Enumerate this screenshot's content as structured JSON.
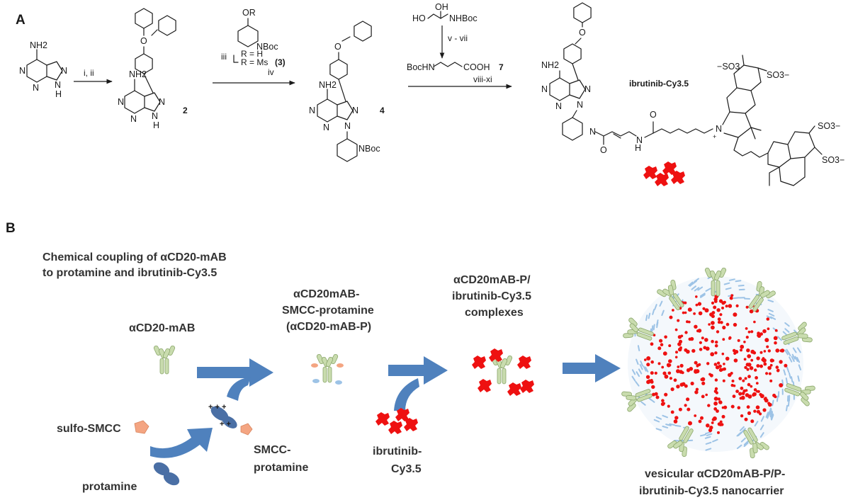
{
  "panel_a": {
    "letter": "A",
    "reagents": {
      "step1": "i, ii",
      "step2_top": "iii",
      "step2_bottom": "iv",
      "step3_top": "v - vii",
      "step3_bottom": "viii-xi"
    },
    "reagent3": {
      "or": "OR",
      "nboc": "NBoc",
      "r_h": "R = H",
      "r_ms": "R = Ms",
      "num": "(3)"
    },
    "reagent_top": {
      "oh1": "OH",
      "ho": "HO",
      "nhboc": "NHBoc"
    },
    "reagent7": {
      "bochn": "BocHN",
      "cooh": "COOH",
      "num": "7"
    },
    "compounds": {
      "c2": "2",
      "c4": "4"
    },
    "atoms": {
      "nh2": "NH2",
      "n": "N",
      "nh": "H",
      "nboc": "NBoc",
      "o": "O",
      "nplus": "+",
      "so3": "SO3",
      "minus": "−",
      "hn": "H"
    },
    "product_label": "ibrutinib-Cy3.5"
  },
  "panel_b": {
    "letter": "B",
    "heading_line1": "Chemical coupling of αCD20-mAB",
    "heading_line2": "to protamine and ibrutinib-Cy3.5",
    "mab_label": "αCD20-mAB",
    "conjugate_line1": "αCD20mAB-",
    "conjugate_line2": "SMCC-protamine",
    "conjugate_line3": "(αCD20-mAB-P)",
    "complex_line1": "αCD20mAB-P/",
    "complex_line2": "ibrutinib-Cy3.5",
    "complex_line3": "complexes",
    "sulfo_smcc": "sulfo-SMCC",
    "smcc_line1": "SMCC-",
    "smcc_line2": "protamine",
    "protamine": "protamine",
    "ibrutinib_line1": "ibrutinib-",
    "ibrutinib_line2": "Cy3.5",
    "nanocarrier_line1": "vesicular αCD20mAB-P/P-",
    "nanocarrier_line2": "ibrutinib-Cy3.5 nanocarrier"
  },
  "colors": {
    "arrow_blue": "#4f81bd",
    "antibody_green": "#c9dcae",
    "dye_red": "#ee1111",
    "protamine_blue": "#4a6fa5",
    "smcc_orange": "#f4a582",
    "lipid_blue": "#9dc3e6"
  }
}
